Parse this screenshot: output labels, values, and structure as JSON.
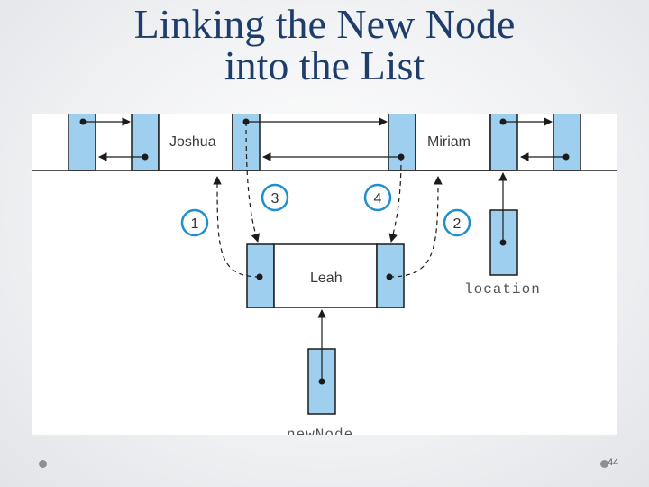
{
  "slide": {
    "title_line1": "Linking the New Node",
    "title_line2": "into the List",
    "page_number": "44"
  },
  "diagram": {
    "nodes": {
      "joshua": "Joshua",
      "miriam": "Miriam",
      "leah": "Leah"
    },
    "pointers": {
      "location": "location",
      "new_node": "newNode"
    },
    "steps": [
      "1",
      "2",
      "3",
      "4"
    ],
    "colors": {
      "link_fill": "#9ecfee",
      "outline": "#1b1b1b",
      "step_circle": "#1f8fd0",
      "title": "#1f3d6b"
    }
  }
}
